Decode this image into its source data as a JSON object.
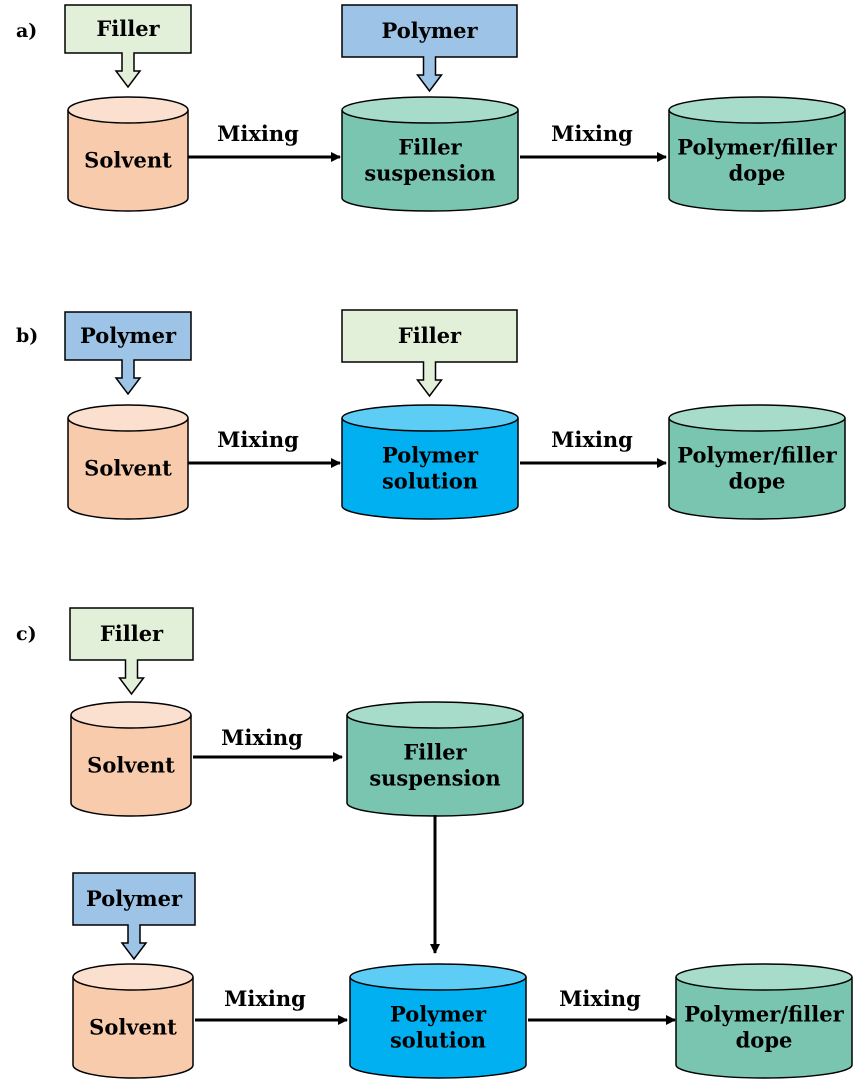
{
  "colors": {
    "filler": "#e2f0d9",
    "polymer": "#9dc3e6",
    "solvent": "#f8cbad",
    "solvent_top": "#fbe0cf",
    "suspension": "#7ac5b0",
    "suspension_top": "#a8dcca",
    "solution": "#00b0f0",
    "solution_top": "#5dcdf5",
    "dope": "#7ac5b0",
    "dope_top": "#a8dcca"
  },
  "panels": {
    "a": {
      "label": "a)",
      "input1": "Filler",
      "input2": "Polymer",
      "c1": [
        "Solvent"
      ],
      "c2": [
        "Filler",
        "suspension"
      ],
      "c3": [
        "Polymer/filler",
        "dope"
      ],
      "mix1": "Mixing",
      "mix2": "Mixing"
    },
    "b": {
      "label": "b)",
      "input1": "Polymer",
      "input2": "Filler",
      "c1": [
        "Solvent"
      ],
      "c2": [
        "Polymer",
        "solution"
      ],
      "c3": [
        "Polymer/filler",
        "dope"
      ],
      "mix1": "Mixing",
      "mix2": "Mixing"
    },
    "c": {
      "label": "c)",
      "input1": "Filler",
      "input2": "Polymer",
      "c1": [
        "Solvent"
      ],
      "c2": [
        "Filler",
        "suspension"
      ],
      "c3": [
        "Solvent"
      ],
      "c4": [
        "Polymer",
        "solution"
      ],
      "c5": [
        "Polymer/filler",
        "dope"
      ],
      "mix1": "Mixing",
      "mix2": "Mixing",
      "mix3": "Mixing"
    }
  }
}
